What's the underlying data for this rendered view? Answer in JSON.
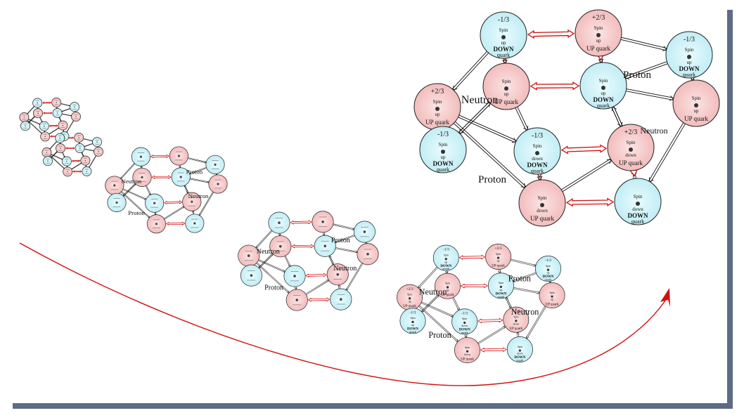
{
  "colors": {
    "pink": "#f7c6c6",
    "pink_edge": "#e8a3a3",
    "cyan": "#c9f2f8",
    "cyan_edge": "#9fdbe6",
    "red_arrow": "#d10f0f",
    "ink": "#111111",
    "shadow": "#5d6b84"
  },
  "icons": {
    "spin": "spin-ball-icon",
    "progress": "progress-arrow-icon"
  },
  "labels": {
    "neutron": "Neutron",
    "proton": "Proton",
    "spin": "Spin",
    "up": "up",
    "down": "down",
    "up_quark": "UP quark",
    "down_quark_line1": "DOWN",
    "down_quark_line2": "quark",
    "charge_plus": "+2/3",
    "charge_minus": "-1/3"
  },
  "large": {
    "quarks": [
      {
        "id": "L1",
        "kind": "down",
        "charge": "-1/3",
        "spin": "up"
      },
      {
        "id": "L2",
        "kind": "up",
        "charge": "+2/3",
        "spin": "up"
      },
      {
        "id": "L3",
        "kind": "down",
        "charge": "-1/3",
        "spin": "up"
      },
      {
        "id": "L4",
        "kind": "up",
        "charge": "",
        "spin": "up"
      },
      {
        "id": "L5",
        "kind": "down",
        "charge": "",
        "spin": "up"
      },
      {
        "id": "L6",
        "kind": "up",
        "charge": "+2/3",
        "spin": "up"
      },
      {
        "id": "L7",
        "kind": "up",
        "charge": "",
        "spin": "up"
      },
      {
        "id": "L8",
        "kind": "down",
        "charge": "-1/3",
        "spin": "up"
      },
      {
        "id": "L9",
        "kind": "down",
        "charge": "-1/3",
        "spin": "down"
      },
      {
        "id": "L10",
        "kind": "up",
        "charge": "+2/3",
        "spin": "down"
      },
      {
        "id": "L11",
        "kind": "up",
        "charge": "",
        "spin": "down"
      },
      {
        "id": "L12",
        "kind": "down",
        "charge": "",
        "spin": "down"
      }
    ],
    "nucleon_labels": [
      "Neutron",
      "Proton",
      "Proton",
      "Neutron"
    ]
  }
}
